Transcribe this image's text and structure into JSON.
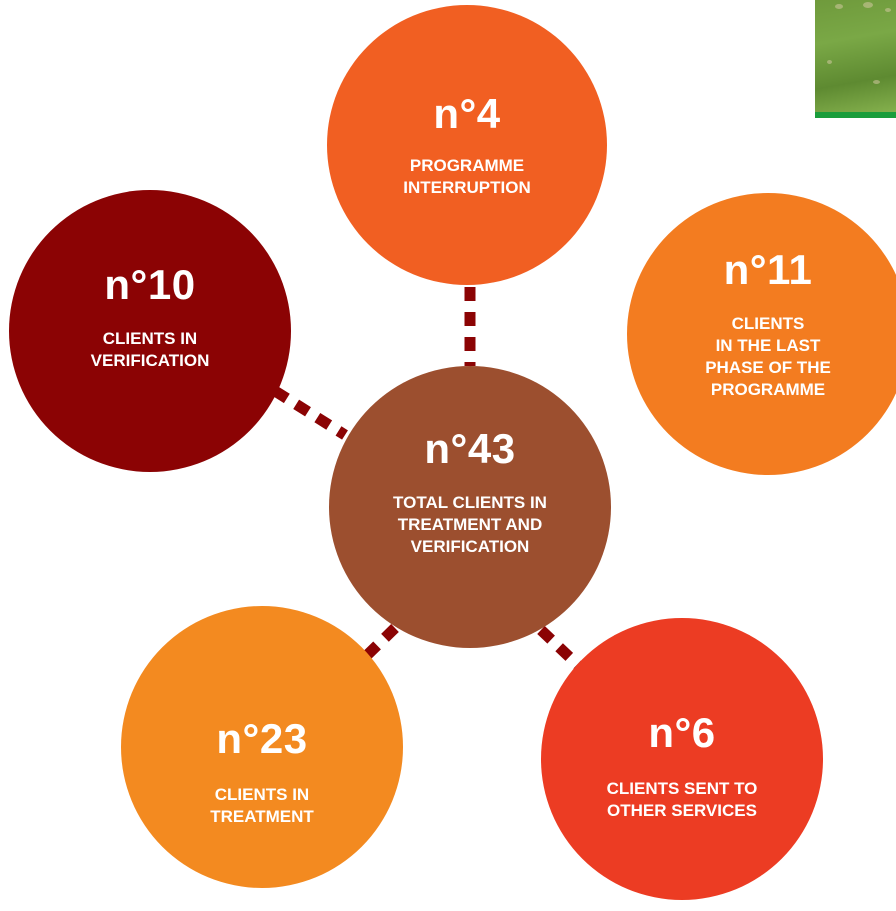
{
  "colors": {
    "total": "#9c4f2f",
    "programme_interruption": "#f15f22",
    "verification": "#8b0304",
    "last_phase": "#f37c20",
    "treatment": "#f38a20",
    "other_services": "#ec3c23",
    "connector": "#8b0304",
    "photo_border": "#1a9d3c"
  },
  "center": {
    "number": "n°43",
    "label": "TOTAL CLIENTS IN\nTREATMENT AND\nVERIFICATION"
  },
  "nodes": {
    "programme_interruption": {
      "number": "n°4",
      "label": "PROGRAMME\nINTERRUPTION"
    },
    "verification": {
      "number": "n°10",
      "label": "CLIENTS IN\nVERIFICATION"
    },
    "last_phase": {
      "number": "n°11",
      "label": "CLIENTS\nIN THE LAST\nPHASE OF THE\nPROGRAMME"
    },
    "treatment": {
      "number": "n°23",
      "label": "CLIENTS IN\nTREATMENT"
    },
    "other_services": {
      "number": "n°6",
      "label": "CLIENTS SENT TO\nOTHER SERVICES"
    }
  },
  "photo": {
    "subject": "grass-field-photo"
  }
}
